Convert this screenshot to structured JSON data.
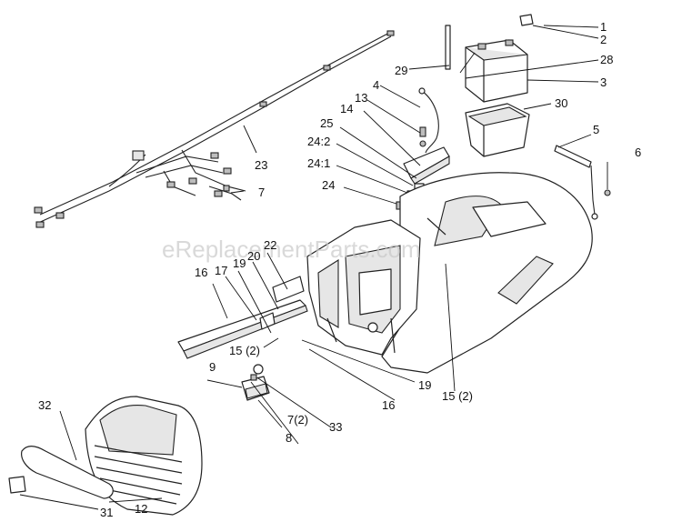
{
  "diagram": {
    "watermark": "eReplacementParts.com",
    "callouts": [
      "1",
      "2",
      "3",
      "4",
      "5",
      "6",
      "7",
      "8",
      "9",
      "12",
      "13",
      "14",
      "15 (2)",
      "15 (2)",
      "16",
      "16",
      "17",
      "19",
      "19",
      "20",
      "22",
      "23",
      "24",
      "24:1",
      "24:2",
      "25",
      "28",
      "29",
      "30",
      "31",
      "32",
      "33",
      "7(2)"
    ]
  }
}
